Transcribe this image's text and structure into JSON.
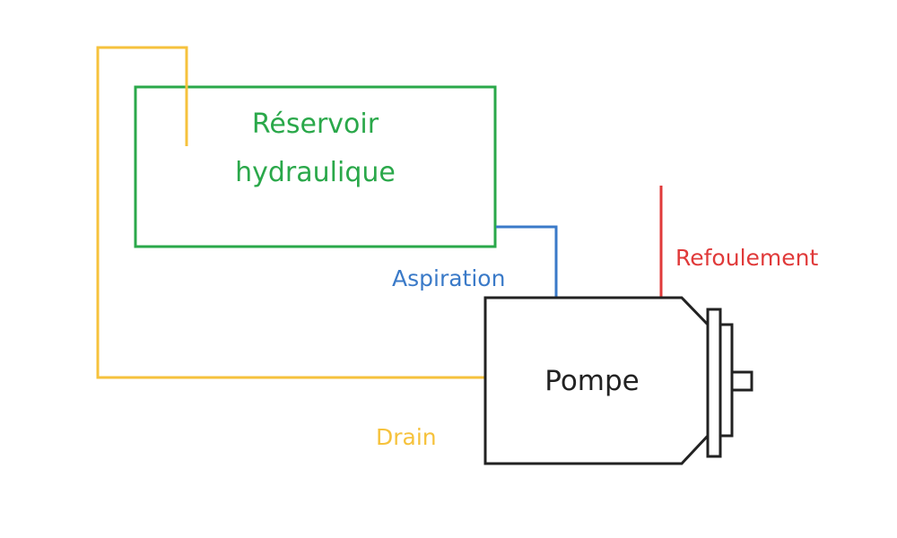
{
  "colors": {
    "reservoir": "#2aa84a",
    "drain": "#f6c23c",
    "aspiration": "#3a7ac8",
    "refoulement": "#e03a3a",
    "pump": "#222222"
  },
  "reservoir": {
    "label_line1": "Réservoir",
    "label_line2": "hydraulique"
  },
  "pump": {
    "label": "Pompe"
  },
  "lines": {
    "aspiration": "Aspiration",
    "refoulement": "Refoulement",
    "drain": "Drain"
  }
}
